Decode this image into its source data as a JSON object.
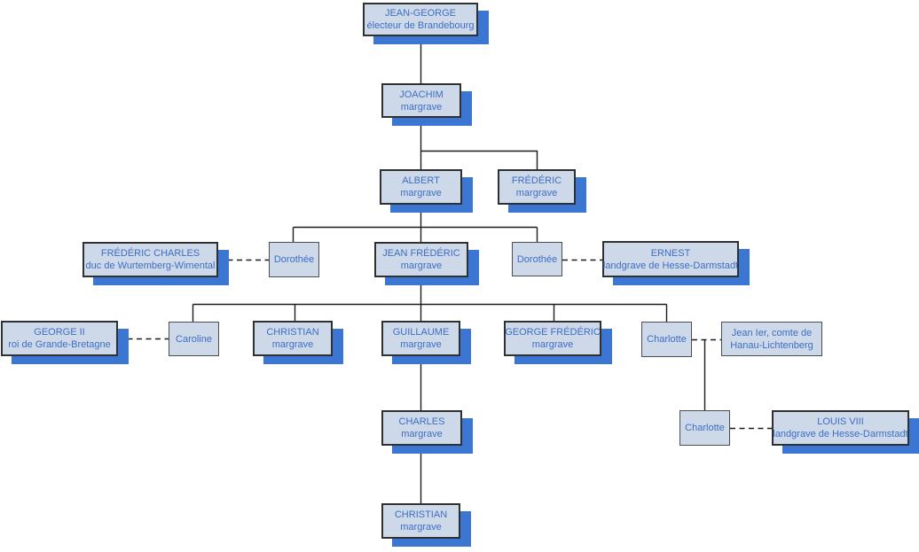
{
  "diagram": {
    "type": "family-tree-org-chart",
    "language": "fr",
    "colors": {
      "box_fill": "#cdd9e8",
      "box_border_main": "#2e3032",
      "box_border_plain": "#4a4e53",
      "shadow_blue": "#3a76d2",
      "text_blue": "#3e6dc5",
      "connector_line": "#1c1c1c",
      "background": "#ffffff"
    }
  },
  "nodes": [
    {
      "id": "jean-george",
      "line1": "JEAN-GEORGE",
      "line2": "électeur de Brandebourg"
    },
    {
      "id": "joachim",
      "line1": "JOACHIM",
      "line2": "margrave"
    },
    {
      "id": "albert",
      "line1": "ALBERT",
      "line2": "margrave"
    },
    {
      "id": "frederic",
      "line1": "FRÉDÉRIC",
      "line2": "margrave"
    },
    {
      "id": "frederic-charles",
      "line1": "FRÉDÉRIC CHARLES",
      "line2": "duc de Wurtemberg-Wimental"
    },
    {
      "id": "dorothee-1",
      "line1": "Dorothée"
    },
    {
      "id": "jean-frederic",
      "line1": "JEAN FRÉDÉRIC",
      "line2": "margrave"
    },
    {
      "id": "dorothee-2",
      "line1": "Dorothée"
    },
    {
      "id": "ernest",
      "line1": "ERNEST",
      "line2": "landgrave de Hesse-Darmstadt"
    },
    {
      "id": "george-ii",
      "line1": "GEORGE II",
      "line2": "roi de Grande-Bretagne"
    },
    {
      "id": "caroline",
      "line1": "Caroline"
    },
    {
      "id": "christian-1",
      "line1": "CHRISTIAN",
      "line2": "margrave"
    },
    {
      "id": "guillaume",
      "line1": "GUILLAUME",
      "line2": "margrave"
    },
    {
      "id": "george-frederic",
      "line1": "GEORGE FRÉDÉRIC",
      "line2": "margrave"
    },
    {
      "id": "charlotte-1",
      "line1": "Charlotte"
    },
    {
      "id": "jean-ier",
      "line1": "Jean Ier, comte de",
      "line2": "Hanau-Lichtenberg"
    },
    {
      "id": "charles",
      "line1": "CHARLES",
      "line2": "margrave"
    },
    {
      "id": "charlotte-2",
      "line1": "Charlotte"
    },
    {
      "id": "louis-viii",
      "line1": "LOUIS VIII",
      "line2": "landgrave de Hesse-Darmstadt"
    },
    {
      "id": "christian-2",
      "line1": "CHRISTIAN",
      "line2": "margrave"
    }
  ],
  "edges": {
    "parent_child": [
      [
        "jean-george",
        "joachim"
      ],
      [
        "joachim",
        "albert"
      ],
      [
        "joachim",
        "frederic"
      ],
      [
        "albert",
        "dorothee-1"
      ],
      [
        "albert",
        "jean-frederic"
      ],
      [
        "albert",
        "dorothee-2"
      ],
      [
        "jean-frederic",
        "caroline"
      ],
      [
        "jean-frederic",
        "christian-1"
      ],
      [
        "jean-frederic",
        "guillaume"
      ],
      [
        "jean-frederic",
        "george-frederic"
      ],
      [
        "jean-frederic",
        "charlotte-1"
      ],
      [
        "guillaume",
        "charles"
      ],
      [
        "charles",
        "christian-2"
      ],
      [
        "charlotte-1+jean-ier",
        "charlotte-2"
      ]
    ],
    "marriages": [
      [
        "frederic-charles",
        "dorothee-1"
      ],
      [
        "dorothee-2",
        "ernest"
      ],
      [
        "george-ii",
        "caroline"
      ],
      [
        "charlotte-1",
        "jean-ier"
      ],
      [
        "charlotte-2",
        "louis-viii"
      ]
    ]
  }
}
